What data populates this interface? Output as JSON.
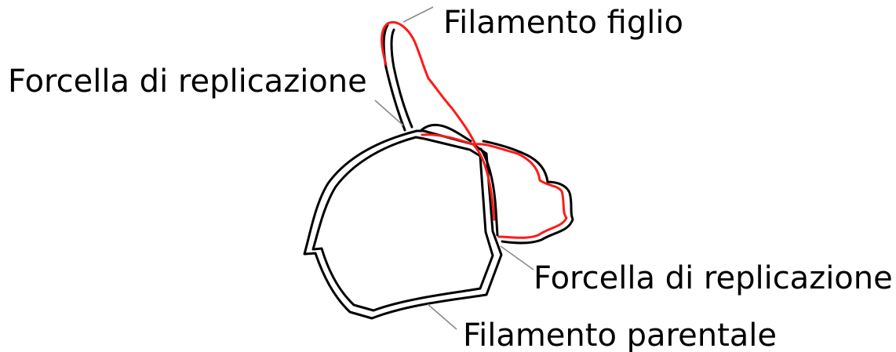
{
  "labels": {
    "daughter_strand": "Filamento figlio",
    "fork_left": "Forcella di replicazione",
    "fork_right": "Forcella di replicazione",
    "parental_strand": "Filamento parentale"
  },
  "colors": {
    "daughter_strand": "#ff1a1a",
    "parental_strand": "#000000",
    "leader_line": "#8a8a8a",
    "background": "#ffffff"
  }
}
